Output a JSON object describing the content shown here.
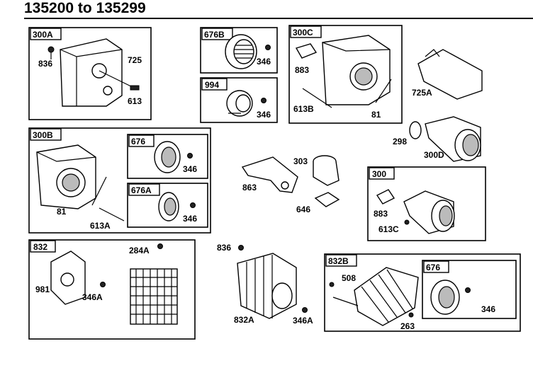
{
  "title": "135200 to 135299",
  "panels": {
    "p300A": {
      "tag": "300A",
      "labels": [
        "836",
        "725",
        "613"
      ]
    },
    "p676B": {
      "tag": "676B",
      "labels": [
        "346"
      ]
    },
    "p994": {
      "tag": "994",
      "labels": [
        "346"
      ]
    },
    "p300C": {
      "tag": "300C",
      "labels": [
        "883",
        "613B",
        "81"
      ]
    },
    "p300B": {
      "tag": "300B",
      "labels": [
        "81",
        "613A"
      ]
    },
    "p676": {
      "tag": "676",
      "labels": [
        "346"
      ]
    },
    "p676A": {
      "tag": "676A",
      "labels": [
        "346"
      ]
    },
    "p300": {
      "tag": "300",
      "labels": [
        "883",
        "613C"
      ]
    },
    "p832": {
      "tag": "832",
      "labels": [
        "981",
        "346A",
        "284A"
      ]
    },
    "p832B": {
      "tag": "832B",
      "labels": [
        "508",
        "263"
      ]
    },
    "p676b": {
      "tag": "676",
      "labels": [
        "346"
      ]
    }
  },
  "loose_labels": [
    "725A",
    "298",
    "300D",
    "303",
    "863",
    "646",
    "836",
    "832A",
    "346A"
  ]
}
